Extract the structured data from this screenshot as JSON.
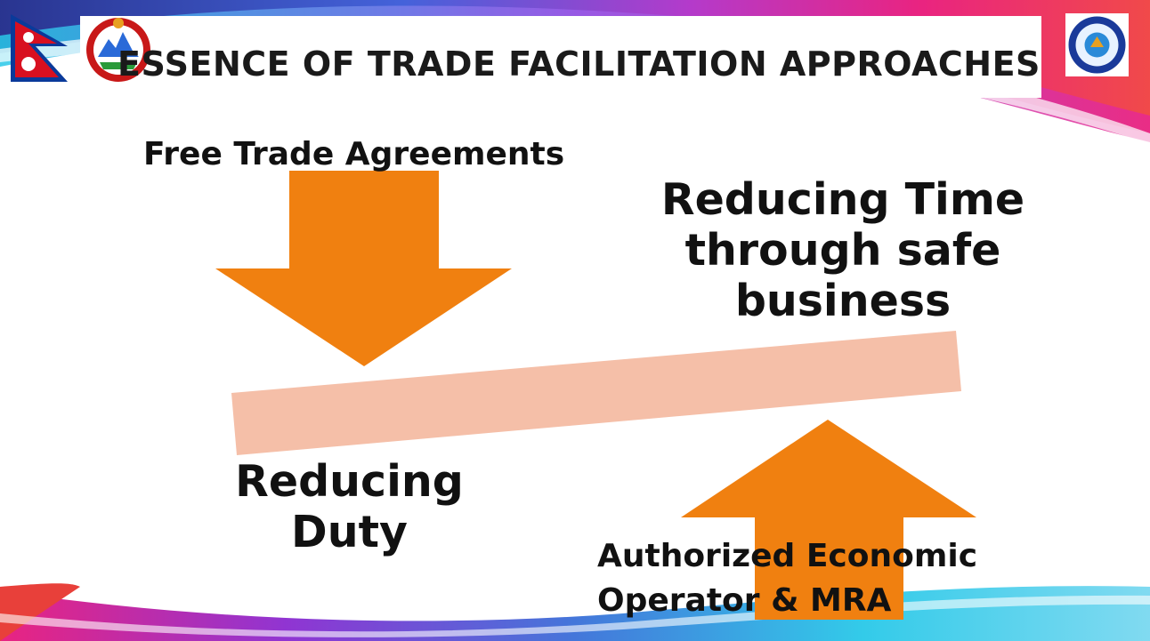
{
  "slide": {
    "title": "ESSENCE   OF TRADE FACILITATION APPROACHES",
    "top_arrow_label": "Free Trade Agreements",
    "right_text": "Reducing Time through safe business",
    "left_text": "Reducing Duty",
    "bottom_arrow_label_line1": "Authorized Economic",
    "bottom_arrow_label_line2": "Operator & MRA"
  },
  "icons": {
    "left": [
      "nepal-flag-icon",
      "nepal-emblem-icon"
    ],
    "right": [
      "customs-logo-icon"
    ]
  },
  "colors": {
    "arrow": "#f08010",
    "bar": "#f5bfa8",
    "swoosh_pink": "#e8187a",
    "swoosh_blue": "#3a6fd8",
    "swoosh_cyan": "#28c8e8",
    "swoosh_orange": "#f08030"
  }
}
